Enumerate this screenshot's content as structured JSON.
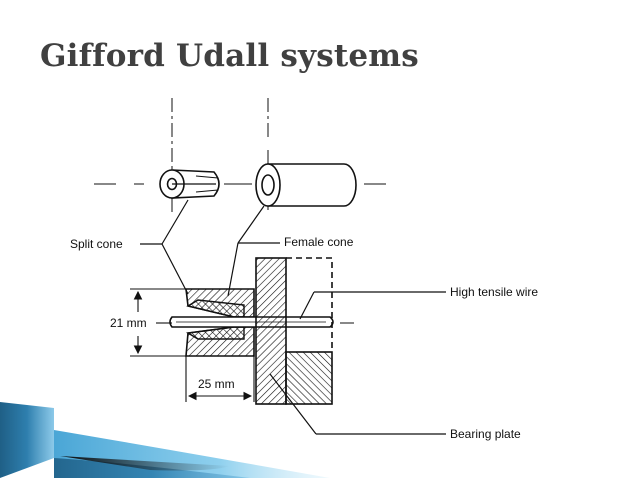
{
  "slide": {
    "title": "Gifford Udall systems"
  },
  "diagram": {
    "labels": {
      "split_cone": "Split cone",
      "female_cone": "Female cone",
      "high_tensile_wire": "High tensile wire",
      "bearing_plate": "Bearing plate",
      "dim_height": "21 mm",
      "dim_length": "25 mm"
    }
  },
  "colors": {
    "title": "#404040",
    "line": "#111111",
    "swoosh_dark": "#1f5f86",
    "swoosh_light": "#6bbbe0"
  }
}
